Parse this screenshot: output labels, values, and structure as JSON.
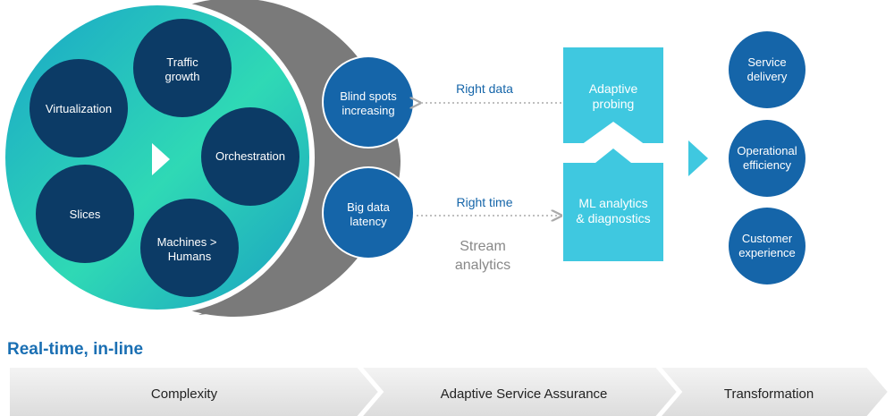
{
  "challenges": {
    "virtualization": "Virtualization",
    "traffic_growth": [
      "Traffic",
      "growth"
    ],
    "orchestration": "Orchestration",
    "slices": "Slices",
    "machines_humans": [
      "Machines >",
      "Humans"
    ]
  },
  "problems": {
    "blind_spots": [
      "Blind spots",
      "increasing"
    ],
    "big_data_latency": [
      "Big data",
      "latency"
    ]
  },
  "connectors": {
    "right_data": "Right data",
    "right_time": "Right time",
    "stream_analytics": [
      "Stream",
      "analytics"
    ]
  },
  "solutions": {
    "adaptive_probing": [
      "Adaptive",
      "probing"
    ],
    "ml_analytics": [
      "ML analytics",
      "& diagnostics"
    ]
  },
  "outcomes": {
    "service_delivery": [
      "Service",
      "delivery"
    ],
    "operational_efficiency": [
      "Operational",
      "efficiency"
    ],
    "customer_experience": [
      "Customer",
      "experience"
    ]
  },
  "section_title": "Real-time, in-line",
  "phases": [
    "Complexity",
    "Adaptive Service Assurance",
    "Transformation"
  ],
  "colors": {
    "dark_navy": "#0c3b66",
    "medium_blue": "#1565a9",
    "cyan": "#3fc8e0",
    "teal_gradient": [
      "#2ee0b8",
      "#1fa0c0"
    ],
    "gray_crescent": "#7a7a7a",
    "title_blue": "#1a6fb3"
  }
}
